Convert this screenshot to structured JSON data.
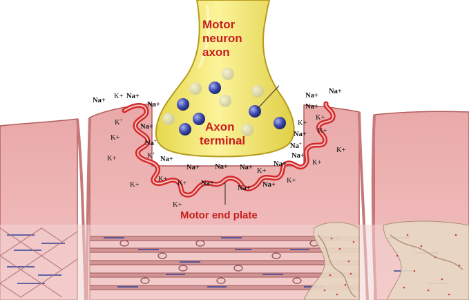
{
  "labels": {
    "axon_line1": "Motor",
    "axon_line2": "neuron",
    "axon_line3": "axon",
    "terminal_line1": "Axon",
    "terminal_line2": "terminal",
    "end_plate": "Motor end plate"
  },
  "ions": {
    "na": "Na+",
    "k": "K+",
    "k_ion": "K",
    "na_ion": "Na",
    "plus_sup": "+"
  },
  "colors": {
    "label": "#c81e1e",
    "axon_fill": "#f3ea78",
    "muscle_fill": "#efb4b4",
    "membrane_red": "#d42a2a",
    "vesicle_blue": "#3c4aa8"
  }
}
